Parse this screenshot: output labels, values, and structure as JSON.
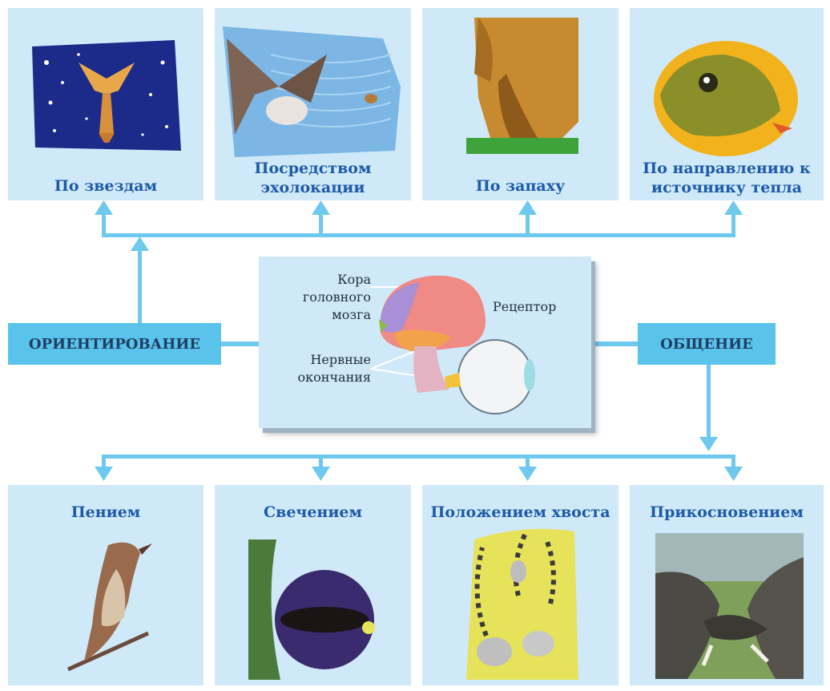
{
  "colors": {
    "card_bg": "#cfe9f8",
    "connector": "#6ec9ef",
    "hub_bg": "#5ac3ec",
    "label_text": "#1d5aa8",
    "hub_text": "#1e3f63"
  },
  "top_cards": [
    {
      "label": "По звездам",
      "image": "bird-in-starry-sky"
    },
    {
      "label": "Посредством эхолокации",
      "image": "bat-with-sound-waves"
    },
    {
      "label": "По запаху",
      "image": "sniffing-dog"
    },
    {
      "label": "По направлению к источнику тепла",
      "image": "snake-head"
    }
  ],
  "hubs": {
    "left": "ОРИЕНТИРОВАНИЕ",
    "right": "ОБЩЕНИЕ"
  },
  "center": {
    "cortex_label": "Кора головного мозга",
    "nerve_label": "Нервные окончания",
    "receptor_label": "Рецептор",
    "image": "brain-and-eye"
  },
  "bottom_cards": [
    {
      "label": "Пением",
      "image": "singing-bird"
    },
    {
      "label": "Свечением",
      "image": "firefly"
    },
    {
      "label": "Положением хвоста",
      "image": "ring-tailed-lemurs"
    },
    {
      "label": "Прикосновением",
      "image": "elephants-touching-trunks"
    }
  ]
}
